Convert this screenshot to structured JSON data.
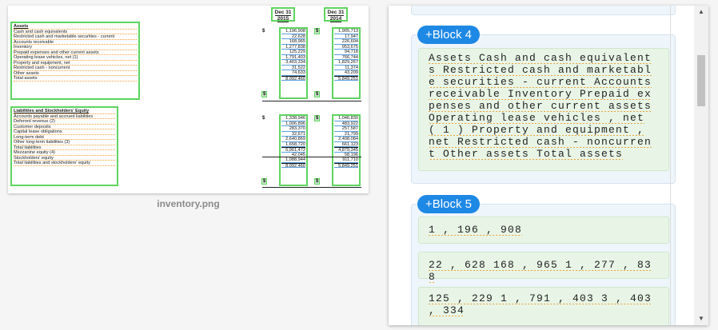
{
  "preview": {
    "filename": "inventory.png",
    "headers": [
      {
        "line1": "Dec 31",
        "line2": "2015"
      },
      {
        "line1": "Dec 31",
        "line2": "2014"
      }
    ],
    "currency_symbol": "$",
    "assets": {
      "labels": [
        "Assets",
        "Cash and cash equivalents",
        "Restricted cash and marketable securities - current",
        "Accounts receivable",
        "Inventory",
        "Prepaid expenses and other current assets",
        "Operating lease vehicles, net (1)",
        "Property and equipment, net",
        "Restricted cash - noncurrent",
        "Other assets",
        "Total assets"
      ],
      "col2015": [
        "1,196,908",
        "22,628",
        "168,965",
        "1,277,838",
        "125,229",
        "1,791,403",
        "3,403,334",
        "31,522",
        "74,633",
        "8,092,460"
      ],
      "col2014": [
        "1,905,713",
        "17,947",
        "226,604",
        "953,675",
        "94,718",
        "766,744",
        "1,829,267",
        "11,374",
        "43,209",
        "5,849,251"
      ]
    },
    "liabilities": {
      "labels": [
        "Liabilities and Stockholders' Equity",
        "Accounts payable and accrued liabilities",
        "Deferred revenue (2)",
        "Customer deposits",
        "Capital lease obligations",
        "Long-term debt",
        "Other long-term liabilities (3)",
        "Total liabilities",
        "Mezzanine equity (4)",
        "Stockholders' equity",
        "Total liabilities and stockholders' equity"
      ],
      "col2015": [
        "1,338,946",
        "1,006,896",
        "283,370",
        "32,671",
        "2,640,869",
        "1,658,720",
        "6,961,472",
        "42,045",
        "1,088,944",
        "8,092,460"
      ],
      "col2014": [
        "1,046,830",
        "483,922",
        "257,587",
        "21,799",
        "2,408,084",
        "661,123",
        "4,879,345",
        "58,196",
        "911,710",
        "5,849,251"
      ]
    }
  },
  "panel": {
    "blocks": [
      {
        "label": "+Block 4",
        "texts": [
          "Assets Cash and cash equivalents Restricted cash and marketable securities - current Accounts receivable Inventory Prepaid expenses and other current assets Operating lease vehicles , net ( 1 ) Property and equipment , net Restricted cash - noncurrent Other assets Total assets"
        ]
      },
      {
        "label": "+Block 5",
        "texts": [
          "1 , 196 , 908",
          "22 , 628 168 , 965 1 , 277 , 838",
          "125 , 229 1 , 791 , 403 3 , 403 , 334"
        ]
      }
    ]
  }
}
